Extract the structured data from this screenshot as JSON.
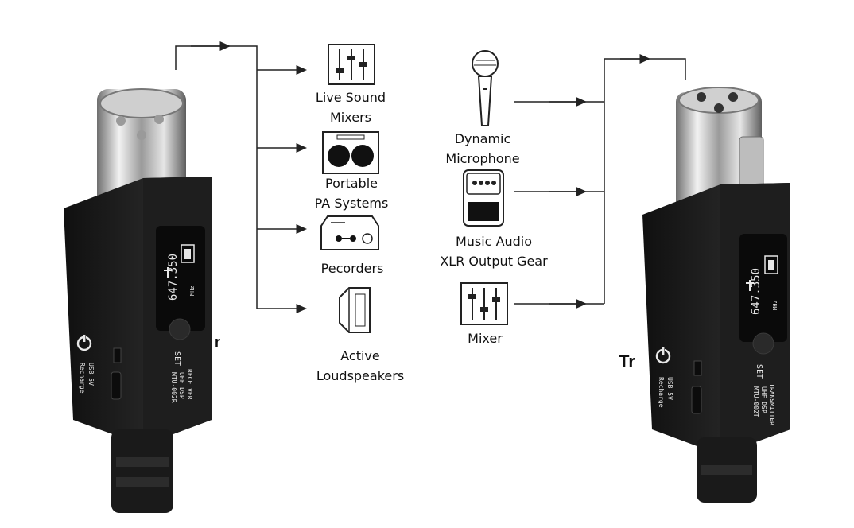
{
  "receiver_outputs": [
    {
      "icon": "mixer-icon",
      "line1": "Live Sound",
      "line2": "Mixers"
    },
    {
      "icon": "speaker-box-icon",
      "line1": "Portable",
      "line2": "PA Systems"
    },
    {
      "icon": "recorder-icon",
      "line1": "Pecorders",
      "line2": ""
    },
    {
      "icon": "loudspeaker-icon",
      "line1": "Active",
      "line2": "Loudspeakers"
    }
  ],
  "transmitter_inputs": [
    {
      "icon": "microphone-icon",
      "line1": "Dynamic",
      "line2": "Microphone"
    },
    {
      "icon": "effects-pedal-icon",
      "line1": "Music Audio",
      "line2": "XLR Output Gear"
    },
    {
      "icon": "mixer-icon",
      "line1": "Mixer",
      "line2": ""
    }
  ],
  "receiver": {
    "model": "MTU-002R",
    "line2": "UHF DSP",
    "line3": "RECEIVER",
    "button": "SET",
    "usb_line1": "USB 5V",
    "usb_line2": "Recharge",
    "freq": "647.350",
    "freq_unit": "MHz"
  },
  "transmitter": {
    "model": "MTU-002T",
    "line2": "UHF DSP",
    "line3": "TRANSMITTER",
    "button": "SET",
    "usb_line1": "USB 5V",
    "usb_line2": "Recharge",
    "freq": "647.350",
    "freq_unit": "MHz"
  },
  "fragments": {
    "right": "Tr",
    "left": "r"
  },
  "colors": {
    "device_body": "#1b1b1b",
    "line": "#222222",
    "screen": "#0a0a0a"
  }
}
